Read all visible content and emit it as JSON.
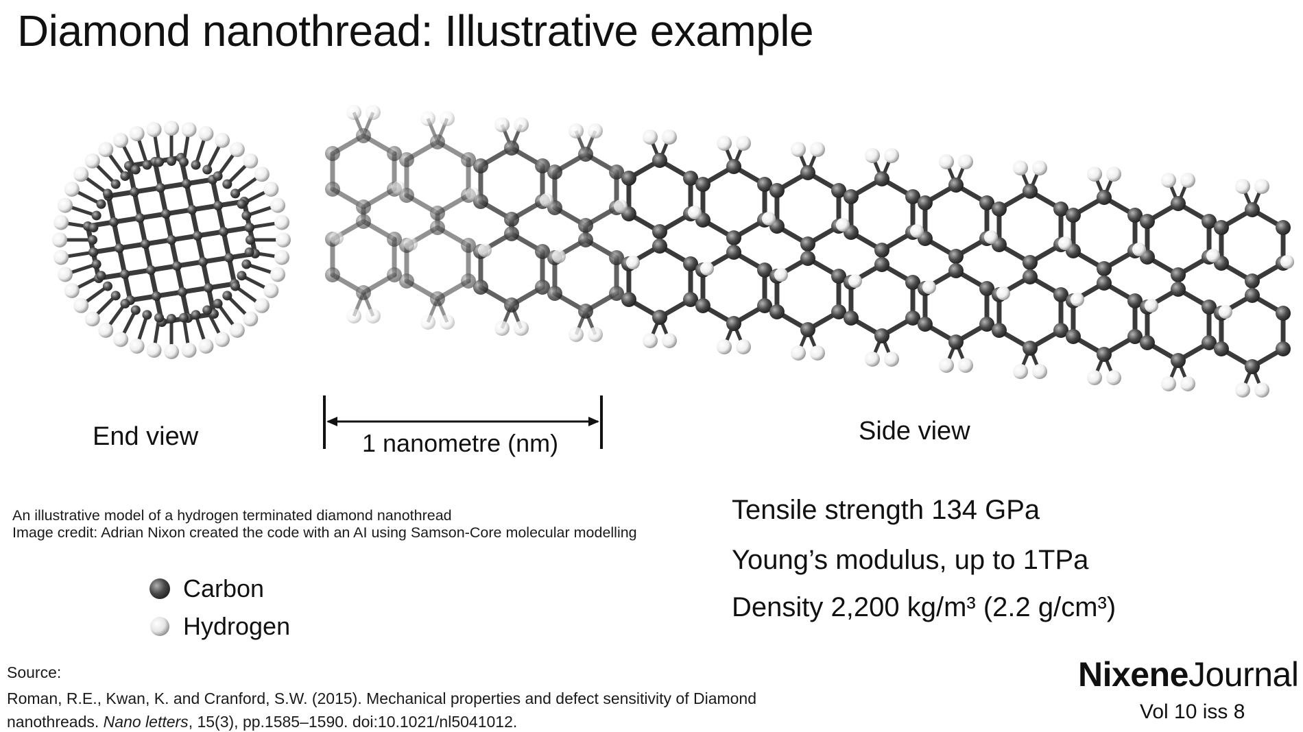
{
  "title": "Diamond nanothread: Illustrative example",
  "views": {
    "end_label": "End view",
    "side_label": "Side view"
  },
  "scale": {
    "label": "1 nanometre (nm)"
  },
  "caption": {
    "line1": "An illustrative model of a hydrogen terminated diamond nanothread",
    "line2": "Image credit: Adrian Nixon created the code with an AI using Samson-Core molecular modelling"
  },
  "legend": {
    "carbon": "Carbon",
    "hydrogen": "Hydrogen"
  },
  "properties": {
    "tensile": "Tensile strength 134 GPa",
    "young": "Young’s modulus, up to 1TPa",
    "density": "Density 2,200 kg/m³ (2.2 g/cm³)"
  },
  "source": {
    "label": "Source:",
    "line1": "Roman, R.E., Kwan, K. and Cranford, S.W. (2015). Mechanical properties and defect sensitivity of Diamond",
    "line2_prefix": "nanothreads. ",
    "line2_journal": "Nano letters",
    "line2_suffix": ", 15(3), pp.1585–1590. doi:10.1021/nl5041012."
  },
  "brand": {
    "bold": "Nixene",
    "regular": "Journal",
    "volume": "Vol 10  iss 8"
  },
  "colors": {
    "carbon": "#4a4a4a",
    "hydrogen": "#eeeeee",
    "bond": "#3a3a3a"
  }
}
